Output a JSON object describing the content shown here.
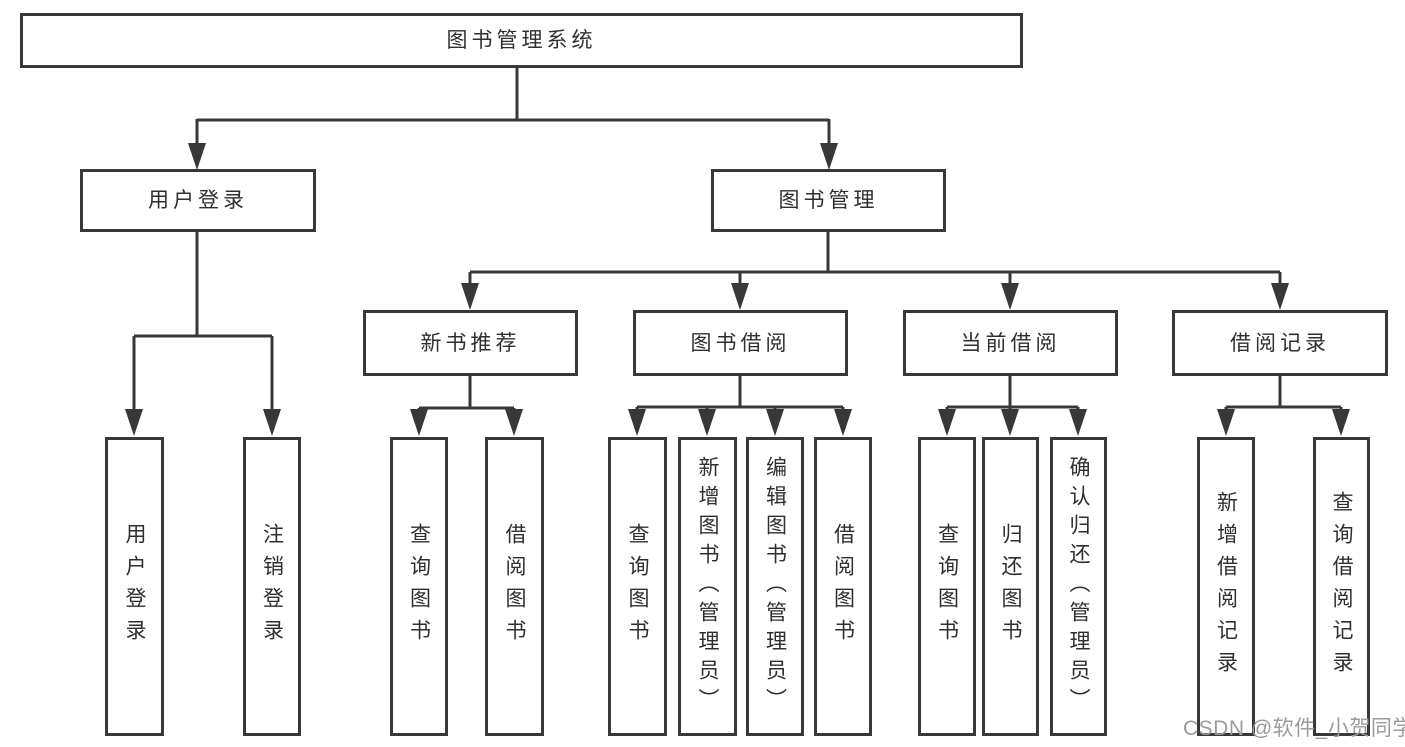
{
  "diagram": {
    "type": "hierarchy",
    "title": "图书管理系统",
    "watermark": "CSDN @软件_小贺同学",
    "colors": {
      "line": "#383838",
      "box_border": "#383838",
      "box_fill": "#ffffff",
      "text": "#2f2f2f",
      "watermark": "#9b9b9b",
      "background": "#ffffff"
    },
    "nodes": {
      "root": {
        "label": "图书管理系统"
      },
      "level2": [
        {
          "label": "用户登录"
        },
        {
          "label": "图书管理"
        }
      ],
      "level3": [
        {
          "label": "新书推荐"
        },
        {
          "label": "图书借阅"
        },
        {
          "label": "当前借阅"
        },
        {
          "label": "借阅记录"
        }
      ],
      "leaves": [
        {
          "label": "用户登录"
        },
        {
          "label": "注销登录"
        },
        {
          "label": "查询图书"
        },
        {
          "label": "借阅图书"
        },
        {
          "label": "查询图书"
        },
        {
          "label": "新增图书（管理员）"
        },
        {
          "label": "编辑图书（管理员）"
        },
        {
          "label": "借阅图书"
        },
        {
          "label": "查询图书"
        },
        {
          "label": "归还图书"
        },
        {
          "label": "确认归还（管理员）"
        },
        {
          "label": "新增借阅记录"
        },
        {
          "label": "查询借阅记录"
        }
      ]
    },
    "hierarchy": {
      "图书管理系统": {
        "用户登录": [
          "用户登录",
          "注销登录"
        ],
        "图书管理": {
          "新书推荐": [
            "查询图书",
            "借阅图书"
          ],
          "图书借阅": [
            "查询图书",
            "新增图书（管理员）",
            "编辑图书（管理员）",
            "借阅图书"
          ],
          "当前借阅": [
            "查询图书",
            "归还图书",
            "确认归还（管理员）"
          ],
          "借阅记录": [
            "新增借阅记录",
            "查询借阅记录"
          ]
        }
      }
    }
  }
}
